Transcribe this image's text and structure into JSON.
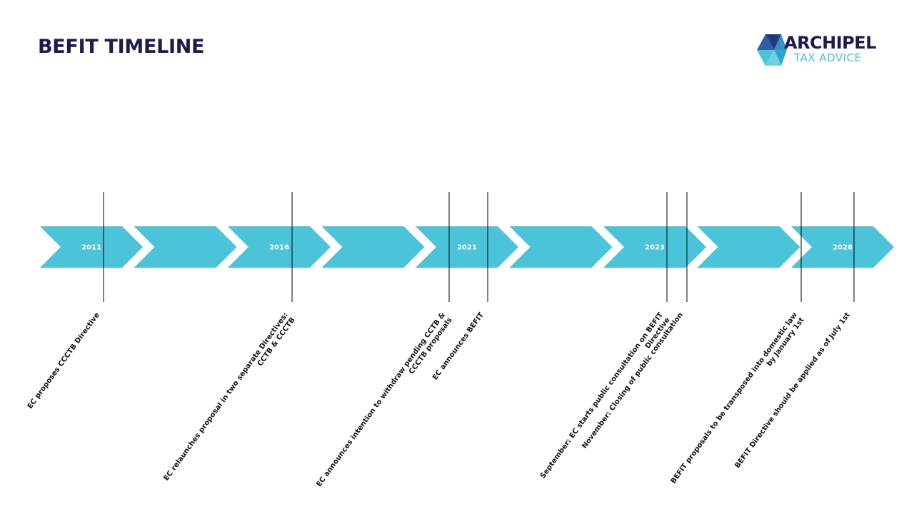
{
  "title": "BEFIT TIMELINE",
  "logo": {
    "name": "ARCHIPEL",
    "tagline": "TAX ADVICE",
    "main_color": "#1c1a4f",
    "accent_color": "#4bc3d9"
  },
  "colors": {
    "arrow": "#4bc3d9",
    "line": "#000000",
    "text": "#111111"
  },
  "chart_data": {
    "type": "timeline",
    "years": [
      "2011",
      "",
      "2016",
      "",
      "2021",
      "",
      "2023",
      "",
      "2028"
    ],
    "events": [
      {
        "year": "2011",
        "text": "EC proposes CCCTB Directive"
      },
      {
        "year": "2016",
        "text": "EC relaunches proposal in two separate Directives: CCTB & CCCTB"
      },
      {
        "year": "2021",
        "text": "EC announces intention to withdraw pending CCTB & CCCTB proposals"
      },
      {
        "year": "2021",
        "text": "EC announces BEFIT"
      },
      {
        "year": "2023",
        "text": "September: EC starts public consultation on BEFIT Directive"
      },
      {
        "year": "2023",
        "text": "November: Closing of public consultation"
      },
      {
        "year": "",
        "text": "BEFIT proposals to be transposed into domestic law by January 1st"
      },
      {
        "year": "2028",
        "text": "BEFIT Directive should be applied as of July 1st"
      }
    ]
  }
}
